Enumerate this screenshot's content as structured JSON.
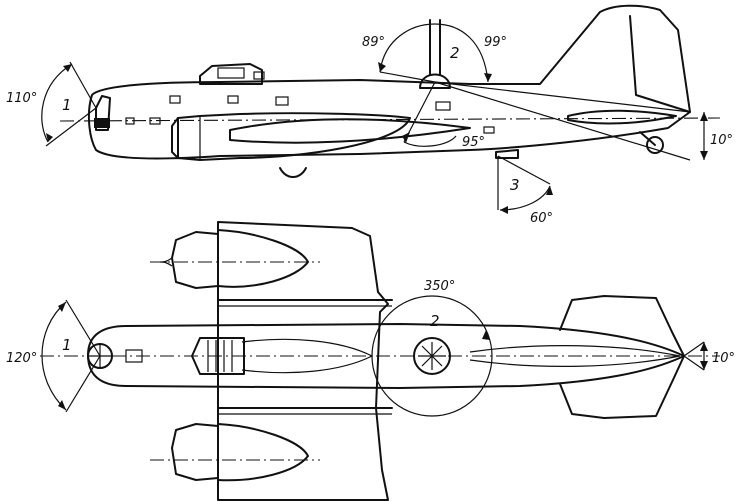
{
  "side_view": {
    "sector_1": {
      "number": "1",
      "angle": "110°"
    },
    "sector_2": {
      "number": "2",
      "angle_forward": "89°",
      "angle_aft": "99°",
      "angle_down": "95°"
    },
    "sector_3": {
      "number": "3",
      "angle": "60°"
    },
    "tail_angle": "10°"
  },
  "top_view": {
    "sector_1": {
      "number": "1",
      "angle": "120°"
    },
    "sector_2": {
      "number": "2",
      "angle": "350°"
    },
    "tail_angle": "10°"
  }
}
